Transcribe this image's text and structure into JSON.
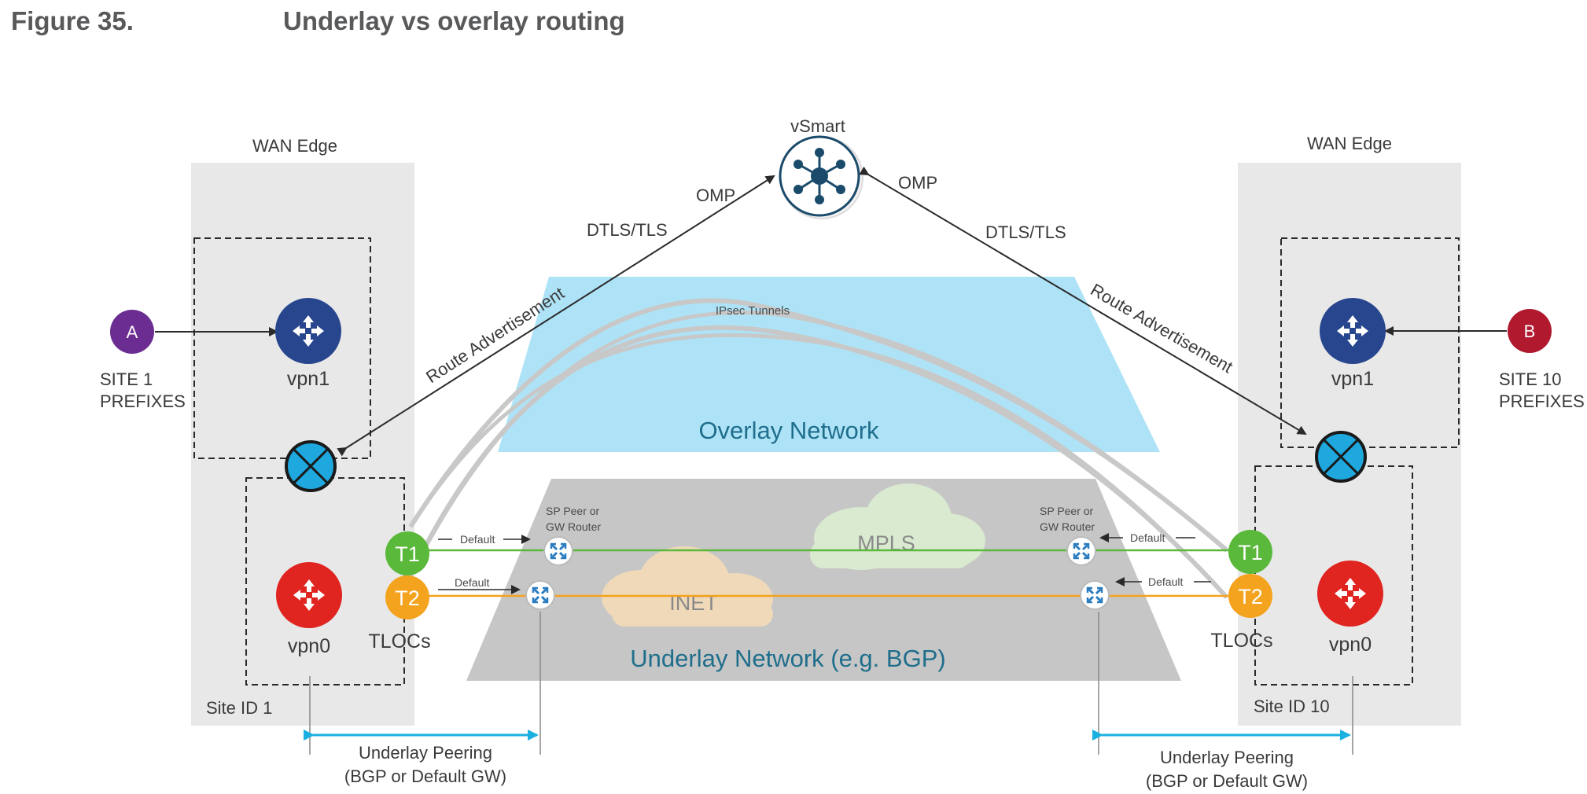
{
  "figure": {
    "number": "Figure 35.",
    "title": "Underlay vs overlay routing"
  },
  "controller": {
    "label": "vSmart"
  },
  "control_links": {
    "left_omp": "OMP",
    "left_dtls": "DTLS/TLS",
    "left_route_adv": "Route Advertisement",
    "right_omp": "OMP",
    "right_dtls": "DTLS/TLS",
    "right_route_adv": "Route Advertisement"
  },
  "overlay": {
    "label": "Overlay Network",
    "tunnels_label": "IPsec Tunnels"
  },
  "underlay": {
    "label": "Underlay Network (e.g. BGP)",
    "clouds": [
      "MPLS",
      "INET"
    ],
    "left_gw_label": [
      "SP Peer or",
      "GW Router"
    ],
    "right_gw_label": [
      "SP Peer or",
      "GW Router"
    ]
  },
  "left_site": {
    "edge_label": "WAN Edge",
    "prefix_letter": "A",
    "prefix_label": [
      "SITE 1",
      "PREFIXES"
    ],
    "service_vpn": "vpn1",
    "transport_vpn": "vpn0",
    "tloc1": "T1",
    "tloc2": "T2",
    "tlocs_label": "TLOCs",
    "site_id": "Site ID 1",
    "default1": "Default",
    "default2": "Default",
    "peering": [
      "Underlay Peering",
      "(BGP or Default GW)"
    ]
  },
  "right_site": {
    "edge_label": "WAN Edge",
    "prefix_letter": "B",
    "prefix_label": [
      "SITE 10",
      "PREFIXES"
    ],
    "service_vpn": "vpn1",
    "transport_vpn": "vpn0",
    "tloc1": "T1",
    "tloc2": "T2",
    "tlocs_label": "TLOCs",
    "site_id": "Site ID 10",
    "default1": "Default",
    "default2": "Default",
    "peering": [
      "Underlay Peering",
      "(BGP or Default GW)"
    ]
  },
  "colors": {
    "edge_panel": "#e8e8e8",
    "overlay_fill": "#aee3f7",
    "underlay_fill": "#c6c6c6",
    "service_router": "#27468e",
    "transport_router": "#e0241f",
    "crossconnect": "#1ea8dd",
    "tloc1": "#5ab83a",
    "tloc2": "#f4a31f",
    "site_a": "#6b2d91",
    "site_b": "#b0192e",
    "mpls_cloud": "#d9ead0",
    "inet_cloud": "#efd9b8",
    "peering_arrow": "#1ab0e0"
  }
}
